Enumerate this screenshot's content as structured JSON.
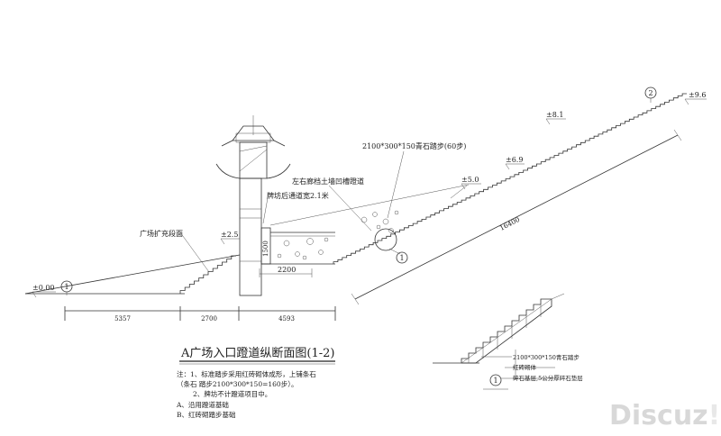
{
  "elevations": {
    "e0": "±0.00",
    "e25": "±2.5",
    "e50": "±5.0",
    "e69": "±6.9",
    "e81": "±8.1",
    "e96": "±9.6"
  },
  "labels": {
    "plaza_slope": "广场扩充段面",
    "arch_passage": "牌坊后通道宽2.1米",
    "wall_groove": "左右廊档土墙凹槽蹬道",
    "stone_steps": "2100*300*150青石踏步(60步)",
    "wall_height": "1500",
    "passage_width": "2200",
    "slope_length": "16400"
  },
  "callouts": {
    "c1": "1",
    "c2": "2",
    "c3": "1",
    "detail": "1"
  },
  "dimensions": {
    "d1": "5357",
    "d2": "2700",
    "d3": "4593"
  },
  "title": "A广场入口蹬道纵断面图(1-2)",
  "notes": {
    "n1": "注：1、标准踏步采用红砖砌体成形，上铺条石",
    "n2": "（条石 踏步2100*300*150=160步）。",
    "n3": "2、牌坊不计蹬道项目中。",
    "n4": "A、沿用蹬道基础",
    "n5": "B、红砖砌踏步基础"
  },
  "detail_labels": {
    "l1": "2100*300*150青石踏步",
    "l2": "红砖砌体",
    "l3": "碎石基层,5公分厚碎石垫层"
  },
  "watermark": {
    "text": "Discuz",
    "bang": "!"
  }
}
